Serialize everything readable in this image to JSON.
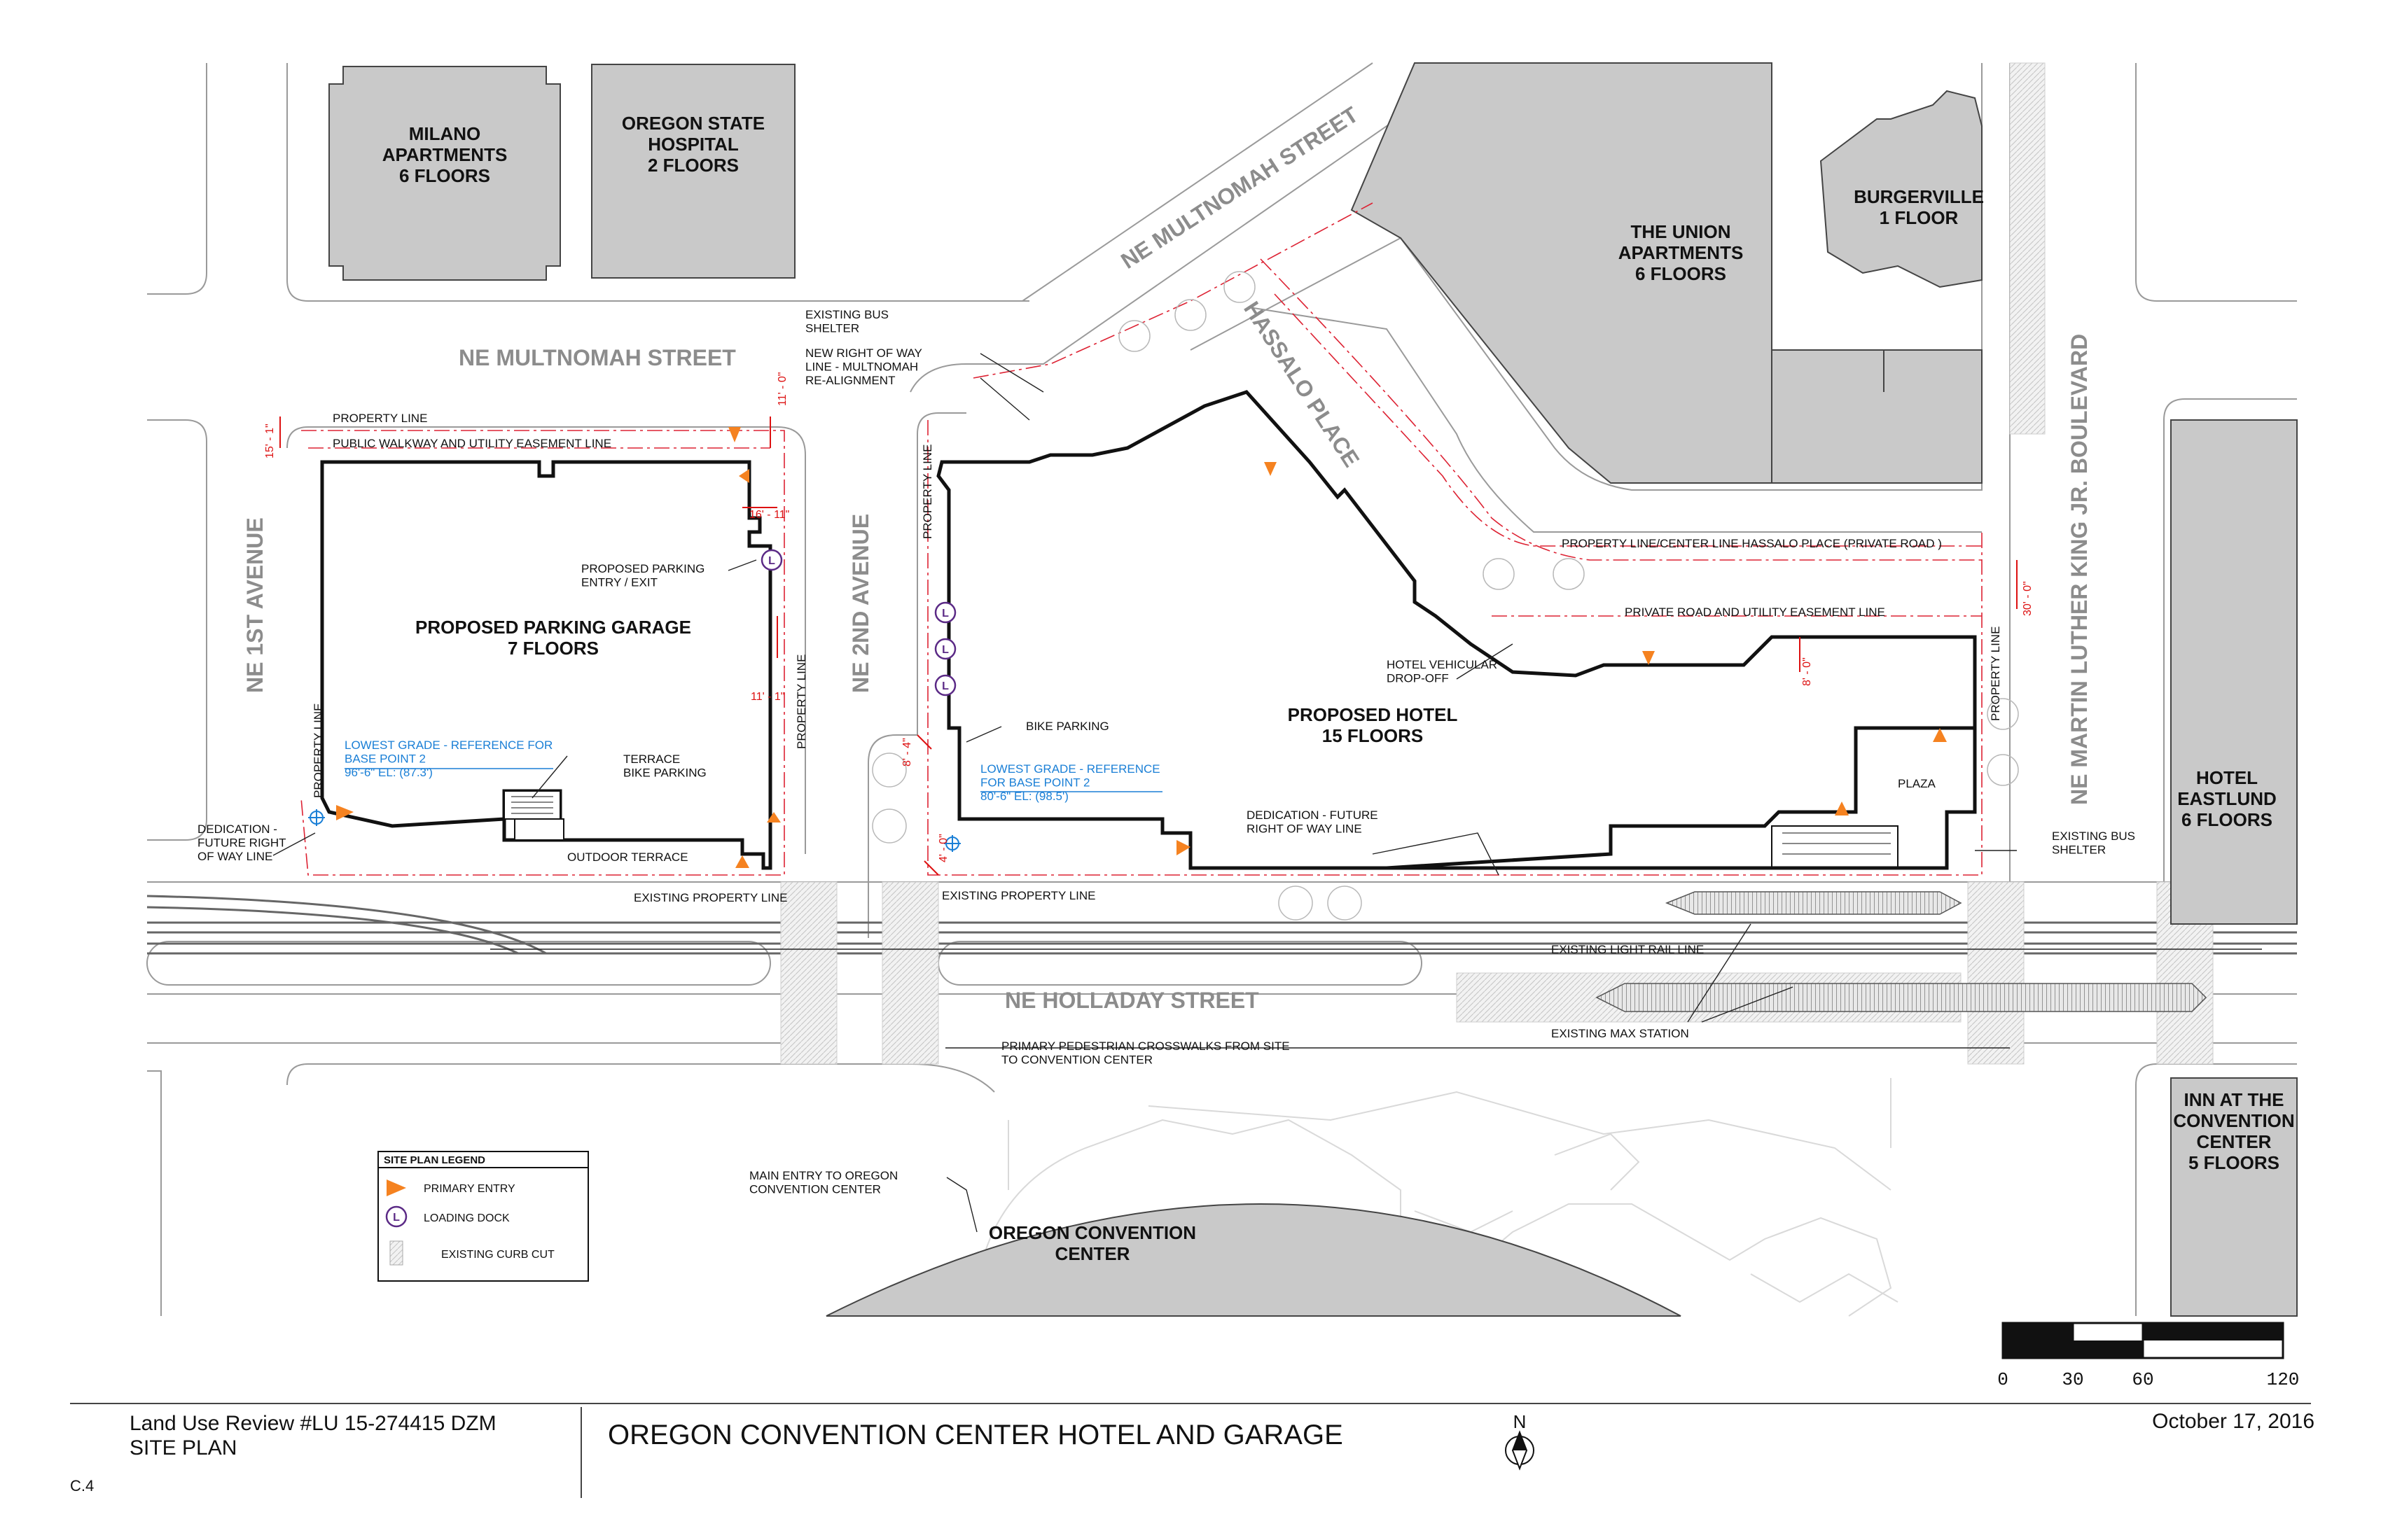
{
  "buildings": {
    "milano": {
      "name": "MILANO\nAPARTMENTS\n6 FLOORS"
    },
    "oregon_state_hospital": {
      "name": "OREGON STATE\nHOSPITAL\n2 FLOORS"
    },
    "burgerville": {
      "name": "BURGERVILLE\n1 FLOOR"
    },
    "union_apartments": {
      "name": "THE UNION\nAPARTMENTS\n6 FLOORS"
    },
    "hotel_eastlund": {
      "name": "HOTEL\nEASTLUND\n6 FLOORS"
    },
    "inn_convention_center": {
      "name": "INN AT THE\nCONVENTION\nCENTER\n5 FLOORS"
    },
    "oregon_convention_center": {
      "name": "OREGON CONVENTION\nCENTER"
    },
    "parking_garage": {
      "name": "PROPOSED PARKING GARAGE\n7 FLOORS"
    },
    "proposed_hotel": {
      "name": "PROPOSED HOTEL\n15 FLOORS"
    }
  },
  "streets": {
    "ne_multnomah_diag": "NE MULTNOMAH STREET",
    "ne_multnomah": "NE MULTNOMAH STREET",
    "ne_1st": "NE 1ST AVENUE",
    "ne_2nd": "NE 2ND AVENUE",
    "hassalo": "HASSALO PLACE",
    "mlk": "NE MARTIN LUTHER KING JR. BOULEVARD",
    "holladay": "NE HOLLADAY STREET"
  },
  "notes": {
    "existing_bus_shelter_top": "EXISTING BUS\nSHELTER",
    "new_row_line": "NEW RIGHT OF WAY\nLINE - MULTNOMAH\nRE-ALIGNMENT",
    "property_line_top": "PROPERTY LINE",
    "public_walkway": "PUBLIC WALKWAY AND UTILITY EASEMENT LINE",
    "parking_entry": "PROPOSED PARKING\nENTRY / EXIT",
    "property_line_hassalo": "PROPERTY LINE/CENTER LINE HASSALO PLACE  (PRIVATE ROAD )",
    "private_road": "PRIVATE ROAD AND UTILITY EASEMENT LINE",
    "hotel_dropoff": "HOTEL VEHICULAR\nDROP-OFF",
    "bike_parking": "BIKE PARKING",
    "terrace_bike": "TERRACE\nBIKE PARKING",
    "outdoor_terrace": "OUTDOOR TERRACE",
    "existing_property_line_left": "EXISTING PROPERTY LINE",
    "existing_property_line_right": "EXISTING PROPERTY LINE",
    "dedication_left": "DEDICATION -\nFUTURE RIGHT\nOF WAY LINE",
    "dedication_hotel": "DEDICATION - FUTURE\nRIGHT OF WAY LINE",
    "plaza": "PLAZA",
    "existing_bus_shelter_right": "EXISTING BUS\nSHELTER",
    "existing_light_rail": "EXISTING LIGHT RAIL LINE",
    "existing_max_station": "EXISTING MAX STATION",
    "crosswalks": "PRIMARY PEDESTRIAN CROSSWALKS FROM SITE\nTO CONVENTION CENTER",
    "main_entry": "MAIN ENTRY TO OREGON\nCONVENTION CENTER",
    "property_line_vert_1": "PROPERTY LINE",
    "property_line_vert_2": "PROPERTY LINE",
    "property_line_vert_3": "PROPERTY LINE",
    "property_line_vert_4": "PROPERTY LINE",
    "lowest_grade_1": "LOWEST GRADE - REFERENCE FOR\nBASE POINT 2\n96'-6\"  EL:  (87.3')",
    "lowest_grade_2": "LOWEST GRADE - REFERENCE\nFOR BASE POINT 2\n80'-6\"  EL:  (98.5')"
  },
  "dimensions": {
    "d1": "15' - 1\"",
    "d2": "11' - 0\"",
    "d3": "16' - 11\"",
    "d4": "11' - 1\"",
    "d5": "8' - 4\"",
    "d6": "4' - 0\"",
    "d7": "8' - 0\"",
    "d8": "30' - 0\""
  },
  "legend": {
    "title": "SITE PLAN LEGEND",
    "items": [
      "PRIMARY ENTRY",
      "LOADING DOCK",
      "EXISTING CURB  CUT"
    ],
    "loading_symbol": "L",
    "entry_color": "#f58220",
    "loading_color": "#5b2a86"
  },
  "scale_bar": {
    "ticks": [
      "0",
      "30",
      "60",
      "120"
    ]
  },
  "north": {
    "label": "N"
  },
  "title_block": {
    "review": "Land Use Review #LU 15-274415 DZM",
    "sheet_name": "SITE PLAN",
    "title": "OREGON CONVENTION CENTER HOTEL AND GARAGE",
    "date": "October 17, 2016",
    "sheet_number": "C.4"
  }
}
